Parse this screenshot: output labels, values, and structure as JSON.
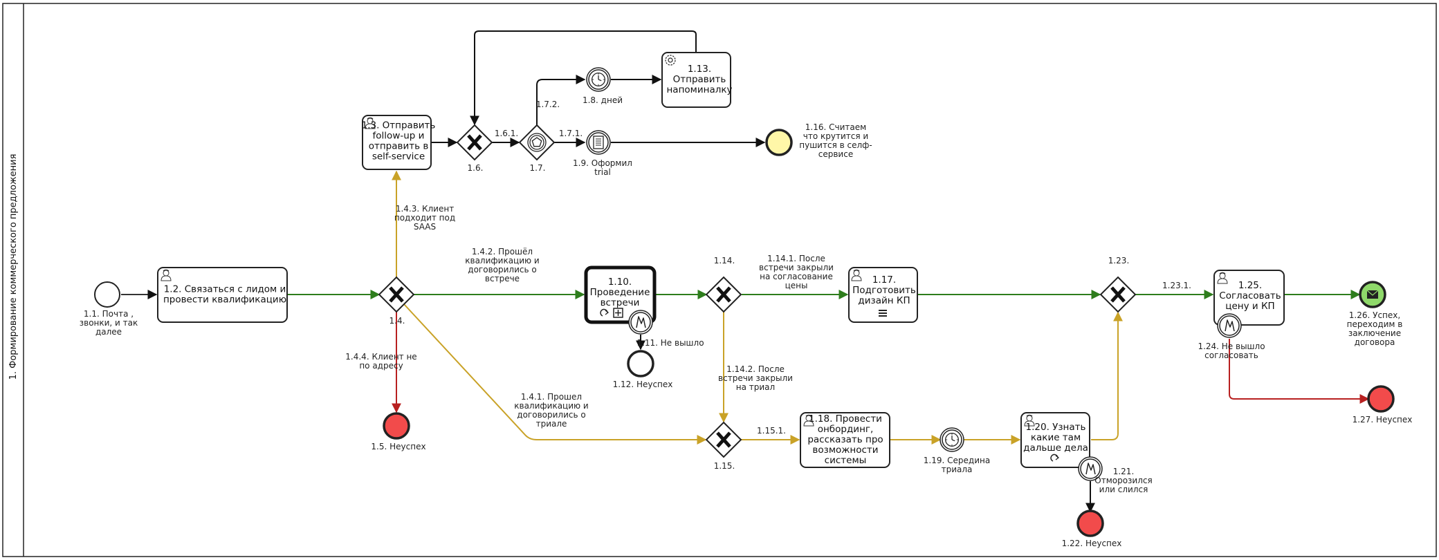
{
  "pool": {
    "lane_label": "1. Формирование коммерческого предложения"
  },
  "colors": {
    "green_flow": "#2e7d1c",
    "yellow_flow": "#c9a227",
    "red_flow": "#b82020",
    "black_flow": "#111111",
    "end_error_fill": "#f24b4b",
    "end_success_fill": "#8fd96a",
    "end_neutral_fill": "#fff7a8"
  },
  "events": [
    {
      "id": "e1_1",
      "type": "start",
      "label": "1.1. Почта ,\nзвонки, и так\nдалее"
    },
    {
      "id": "e1_5",
      "type": "end-error",
      "label": "1.5. Неуспех"
    },
    {
      "id": "e1_8",
      "type": "timer",
      "label": "1.8. дней"
    },
    {
      "id": "e1_9",
      "type": "conditional",
      "label": "1.9. Оформил\ntrial"
    },
    {
      "id": "e1_11",
      "type": "boundary-escalation",
      "label": "1.11. Не вышло"
    },
    {
      "id": "e1_12",
      "type": "end",
      "label": "1.12. Неуспех"
    },
    {
      "id": "e1_16",
      "type": "end-neutral",
      "label": "1.16. Считаем\nчто крутится и\nпушится в селф-\nсервисе"
    },
    {
      "id": "e1_19",
      "type": "timer",
      "label": "1.19. Середина\nтриала"
    },
    {
      "id": "e1_21",
      "type": "boundary-escalation",
      "label": "1.21.\nОтморозился\nили слился"
    },
    {
      "id": "e1_22",
      "type": "end-error",
      "label": "1.22. Неуспех"
    },
    {
      "id": "e1_24",
      "type": "boundary-escalation",
      "label": "1.24. Не вышло\nсогласовать"
    },
    {
      "id": "e1_26",
      "type": "end-message",
      "label": "1.26. Успех,\nпереходим в\nзаключение\nдоговора"
    },
    {
      "id": "e1_27",
      "type": "end-error",
      "label": "1.27. Неуспех"
    }
  ],
  "tasks": [
    {
      "id": "t1_2",
      "type": "user",
      "label": "1.2. Связаться с лидом и\nпровести квалификацию"
    },
    {
      "id": "t1_3",
      "type": "user",
      "label": "1.3. Отправить\nfollow-up и\nотправить в\nself-service"
    },
    {
      "id": "t1_10",
      "type": "call-activity",
      "label": "1.10.\nПроведение\nвстречи"
    },
    {
      "id": "t1_13",
      "type": "service",
      "label": "1.13.\nОтправить\nнапоминалку"
    },
    {
      "id": "t1_17",
      "type": "user-multi",
      "label": "1.17.\nПодготовить\nдизайн КП"
    },
    {
      "id": "t1_18",
      "type": "user",
      "label": "1.18. Провести\nонбординг,\nрассказать про\nвозможности\nсистемы"
    },
    {
      "id": "t1_20",
      "type": "user-loop",
      "label": "1.20. Узнать\nкакие там\nдальше дела"
    },
    {
      "id": "t1_25",
      "type": "user",
      "label": "1.25.\nСогласовать\nцену и КП"
    }
  ],
  "gateways": [
    {
      "id": "g1_4",
      "type": "exclusive",
      "label": "1.4."
    },
    {
      "id": "g1_6",
      "type": "exclusive",
      "label": "1.6."
    },
    {
      "id": "g1_7",
      "type": "event-based",
      "label": "1.7."
    },
    {
      "id": "g1_14",
      "type": "exclusive",
      "label": "1.14."
    },
    {
      "id": "g1_15",
      "type": "exclusive",
      "label": "1.15."
    },
    {
      "id": "g1_23",
      "type": "exclusive",
      "label": "1.23."
    }
  ],
  "flows": [
    {
      "id": "f1_4_1",
      "label": "1.4.1. Прошел\nквалификацию и\nдоговорились о\nтриале"
    },
    {
      "id": "f1_4_2",
      "label": "1.4.2. Прошёл\nквалификацию и\nдоговорились о\nвстрече"
    },
    {
      "id": "f1_4_3",
      "label": "1.4.3. Клиент\nподходит под\nSAAS"
    },
    {
      "id": "f1_4_4",
      "label": "1.4.4. Клиент не\nпо адресу"
    },
    {
      "id": "f1_6_1",
      "label": "1.6.1."
    },
    {
      "id": "f1_7_1",
      "label": "1.7.1."
    },
    {
      "id": "f1_7_2",
      "label": "1.7.2."
    },
    {
      "id": "f1_14_1",
      "label": "1.14.1. После\nвстречи закрыли\nна согласование\nцены"
    },
    {
      "id": "f1_14_2",
      "label": "1.14.2. После\nвстречи закрыли\nна триал"
    },
    {
      "id": "f1_15_1",
      "label": "1.15.1."
    },
    {
      "id": "f1_23_1",
      "label": "1.23.1."
    }
  ]
}
